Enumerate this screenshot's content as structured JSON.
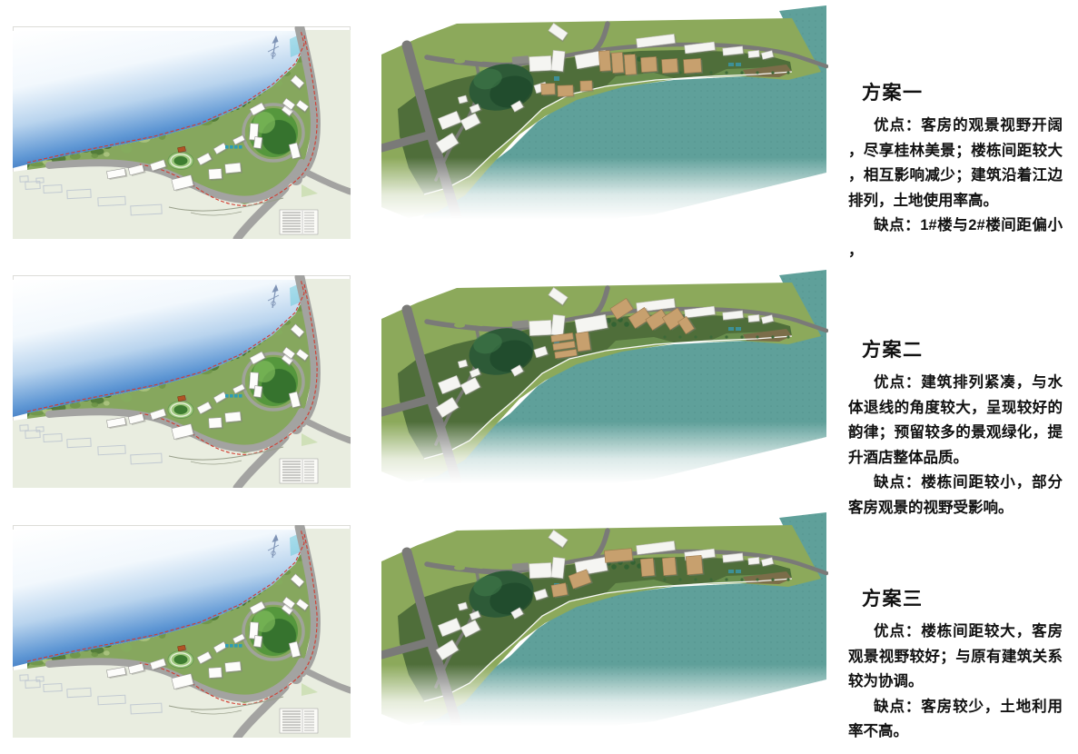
{
  "schemes": [
    {
      "title": "方案一",
      "advantages": "优点：客房的观景视野开阔，尽享桂林美景；楼栋间距较大，相互影响减少；建筑沿着江边排列，土地使用率高。",
      "disadvantages": "缺点：1#楼与2#楼间距偏小，"
    },
    {
      "title": "方案二",
      "advantages": "优点：建筑排列紧凑，与水体退线的角度较大，呈现较好的韵律；预留较多的景观绿化，提升酒店整体品质。",
      "disadvantages": "缺点：楼栋间距较小，部分客房观景的视野受影响。"
    },
    {
      "title": "方案三",
      "advantages": "优点：楼栋间距较大，客房观景视野较好；与原有建筑关系较为协调。",
      "disadvantages": "缺点：客房较少，土地利用率不高。"
    }
  ],
  "colors": {
    "text": "#111111",
    "plan_water_deep": "#2d66b4",
    "plan_water_mid": "#5f97d4",
    "plan_land": "#86a75e",
    "plan_hill": "#55973d",
    "plan_road": "#a3a3a1",
    "plan_surround": "#e9ede0",
    "plan_boundary_red": "#d23b2f",
    "render_water": "#5fa09a",
    "render_field": "#8ca95b",
    "render_site": "#4f6e3a",
    "render_hill": "#2d5a37",
    "render_road": "#7a7a78",
    "render_building_white": "#f5f5f2",
    "render_building_tan": "#c7a06e"
  }
}
